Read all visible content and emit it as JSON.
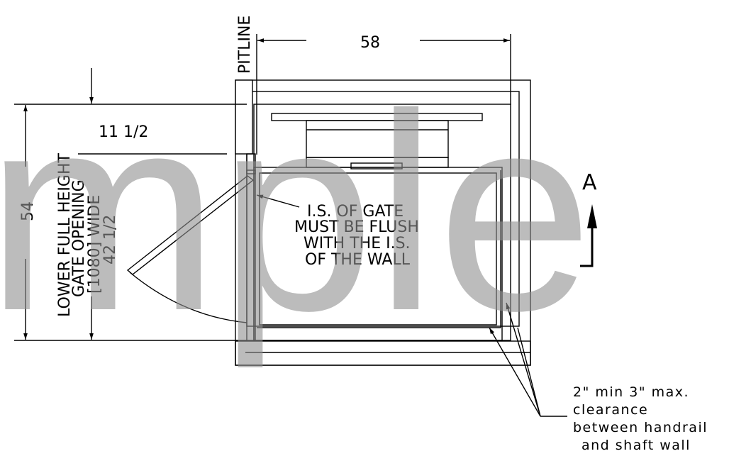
{
  "labels": {
    "pitline": "PITLINE",
    "dim_width": "58",
    "dim_height": "54",
    "dim_offset": "11 1/2",
    "gate_line1": "LOWER FULL HEIGHT",
    "gate_line2": "GATE OPENING",
    "gate_line3": "[1080] WIDE",
    "gate_line4": "42 1/2",
    "note_gate_1": "I.S. OF GATE",
    "note_gate_2": "MUST BE FLUSH",
    "note_gate_3": "WITH THE I.S.",
    "note_gate_4": "OF THE WALL",
    "view_marker": "A",
    "clearance_1": "2\" min 3\" max.",
    "clearance_2": "clearance",
    "clearance_3": "between handrail",
    "clearance_4": "and shaft wall"
  },
  "watermark": "mple"
}
